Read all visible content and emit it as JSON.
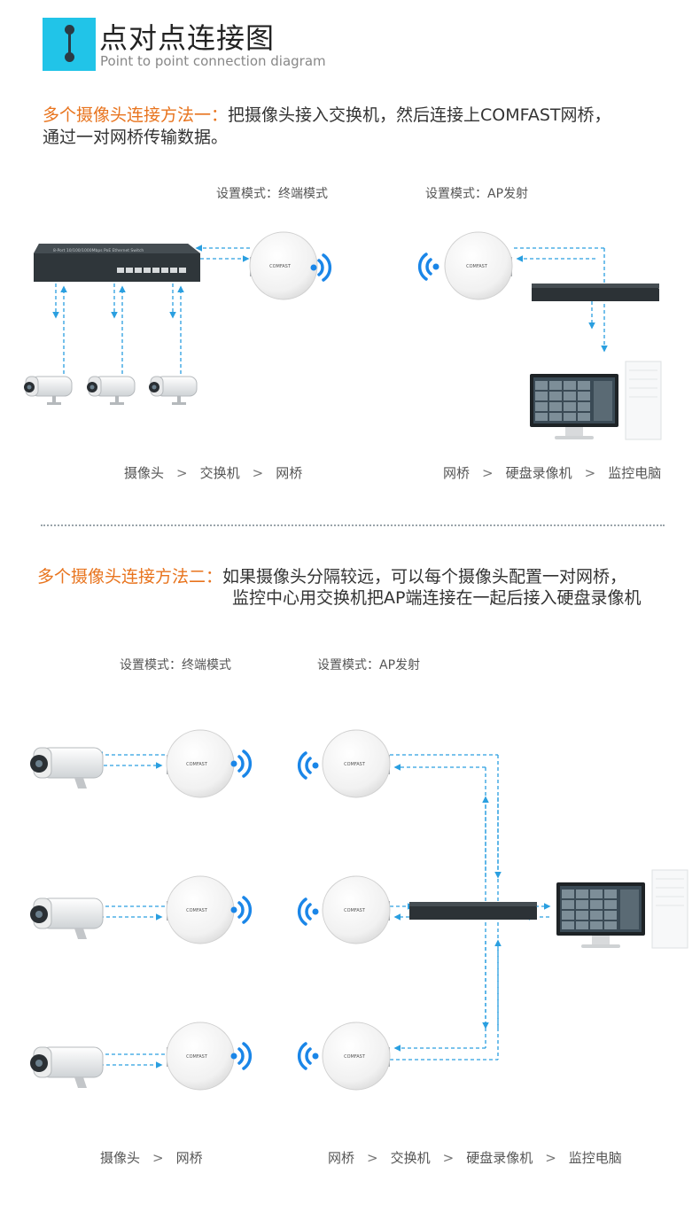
{
  "header": {
    "title": "点对点连接图",
    "subtitle": "Point to point connection diagram"
  },
  "method1": {
    "label": "多个摄像头连接方法一：",
    "text": "把摄像头接入交换机，然后连接上COMFAST网桥，",
    "text2": "通过一对网桥传输数据。",
    "mode_left": "设置模式：终端模式",
    "mode_right": "设置模式：AP发射",
    "chain_left": [
      "摄像头",
      "交换机",
      "网桥"
    ],
    "chain_right": [
      "网桥",
      "硬盘录像机",
      "监控电脑"
    ]
  },
  "method2": {
    "label": "多个摄像头连接方法二：",
    "text": "如果摄像头分隔较远，可以每个摄像头配置一对网桥，",
    "text2": "监控中心用交换机把AP端连接在一起后接入硬盘录像机",
    "mode_left": "设置模式：终端模式",
    "mode_right": "设置模式：AP发射",
    "chain_left": [
      "摄像头",
      "网桥"
    ],
    "chain_right": [
      "网桥",
      "交换机",
      "硬盘录像机",
      "监控电脑"
    ]
  },
  "separator": ">",
  "device_brand": "COMFAST",
  "switch_label": "8-Port 10/100/1000Mbps PoE Ethernet Switch",
  "colors": {
    "accent": "#21c4e8",
    "highlight": "#e8741e",
    "link": "#2a9fe0",
    "wifi": "#1a86e8"
  }
}
